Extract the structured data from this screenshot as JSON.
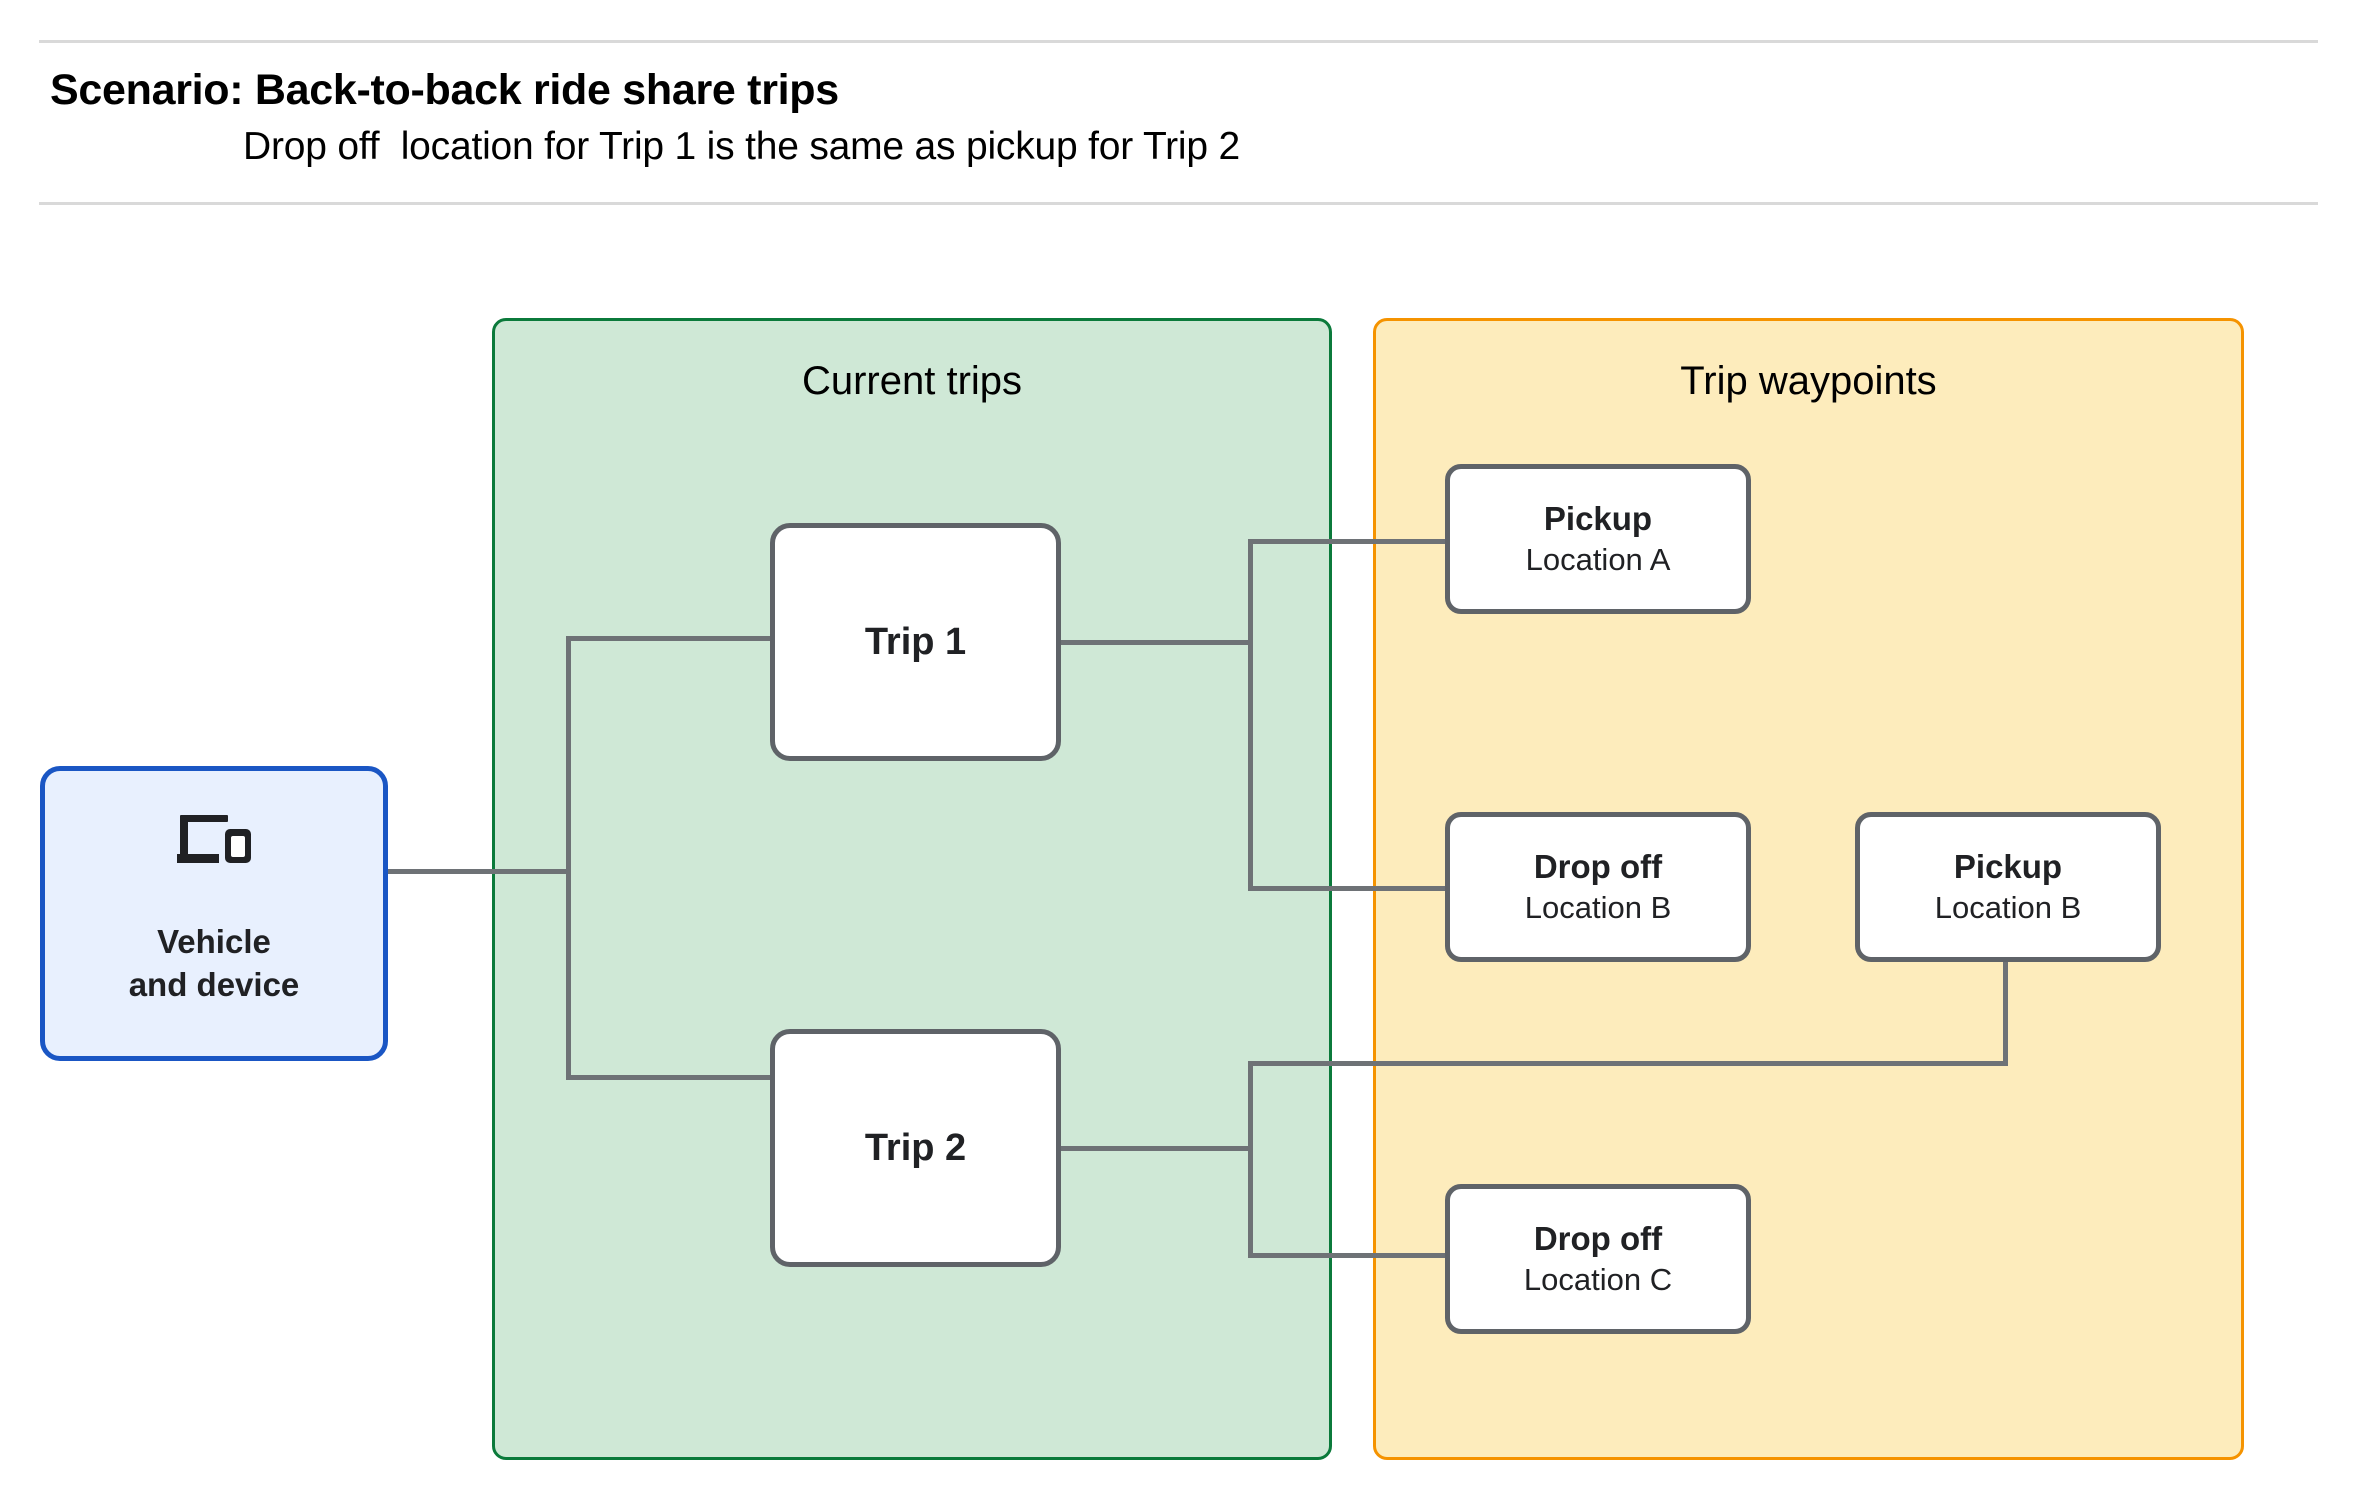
{
  "header": {
    "title": "Scenario: Back-to-back ride share trips",
    "subtitle": "Drop off  location for Trip 1 is the same as pickup for Trip 2"
  },
  "colors": {
    "group_current_trips_fill": "#cfe8d6",
    "group_current_trips_border": "#0b7a3b",
    "group_trip_waypoints_fill": "#fdecbc",
    "group_trip_waypoints_border": "#f59300",
    "vehicle_fill": "#e8f0fe",
    "vehicle_border": "#1a56c4",
    "card_border": "#5f6368",
    "connector": "#6e7276",
    "rule": "#d9d9d9"
  },
  "vehicle": {
    "icon": "devices-icon",
    "label": "Vehicle\nand device"
  },
  "groups": {
    "current_trips": {
      "title": "Current trips",
      "trips": [
        {
          "label": "Trip 1"
        },
        {
          "label": "Trip 2"
        }
      ]
    },
    "trip_waypoints": {
      "title": "Trip waypoints",
      "waypoints": [
        {
          "kind": "Pickup",
          "location": "Location A"
        },
        {
          "kind": "Drop off",
          "location": "Location B"
        },
        {
          "kind": "Pickup",
          "location": "Location B"
        },
        {
          "kind": "Drop off",
          "location": "Location C"
        }
      ]
    }
  }
}
